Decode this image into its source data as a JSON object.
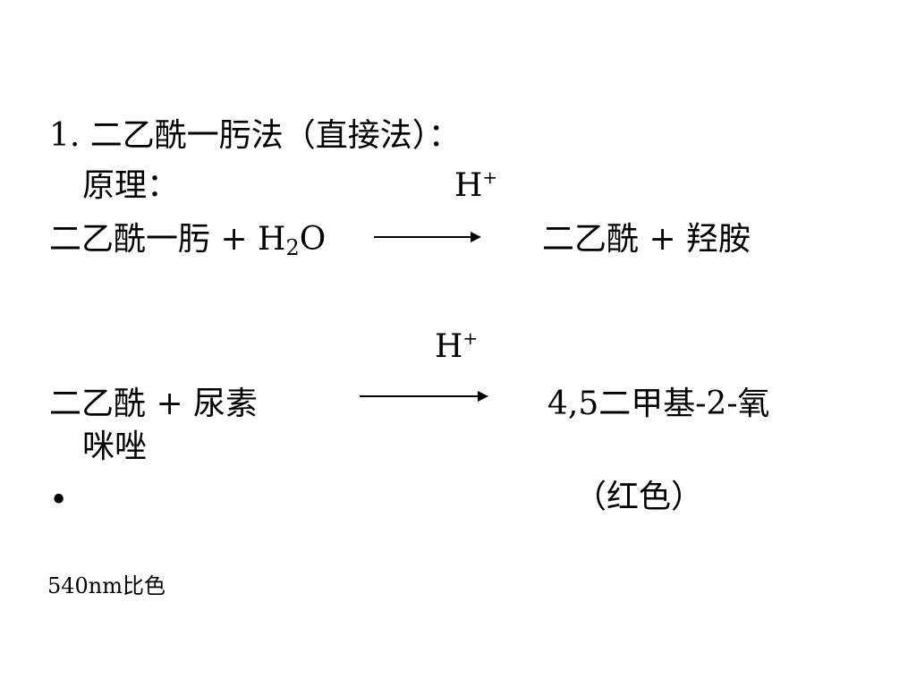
{
  "heading": {
    "text": "1. 二乙酰一肟法（直接法）："
  },
  "principle": {
    "label": "原理："
  },
  "reaction1": {
    "catalyst": {
      "base": "H",
      "sup": "+"
    },
    "reactant": "二乙酰一肟 + H",
    "water_sub": "2",
    "water_tail": "O",
    "product": "二乙酰 + 羟胺"
  },
  "reaction2": {
    "catalyst": {
      "base": "H",
      "sup": "+"
    },
    "reactant": "二乙酰   +  尿素",
    "product_line1": "4,5二甲基-2-氧",
    "product_line2": "咪唑",
    "bullet": "•",
    "product_color_note": "（红色）"
  },
  "footer": {
    "wavelength": "540nm比色"
  }
}
